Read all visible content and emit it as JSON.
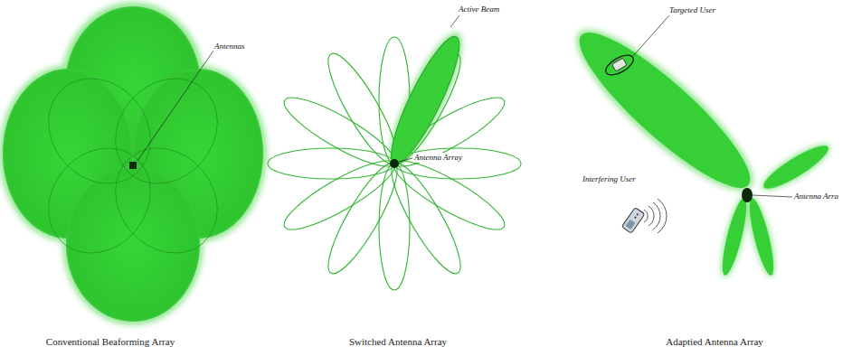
{
  "diagram": {
    "labels": [
      "Antennas",
      "Active Beam",
      "Antenna Array",
      "Targeted User",
      "Interfering User",
      "Antenna Arra",
      "Conventional Beaforming Array",
      "Switched Antenna Array",
      "Adaptied Antenna Array"
    ]
  }
}
